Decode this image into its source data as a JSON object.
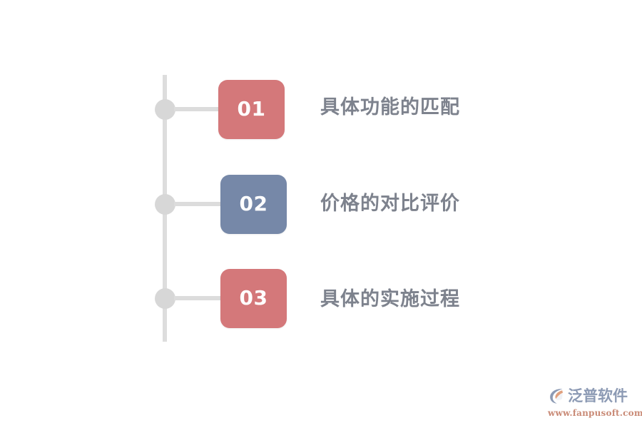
{
  "slide": {
    "background_color": "#ffffff",
    "label_color": "#7d828d",
    "axis_color": "#dddddd",
    "dot_color": "#d7d7d7",
    "connector_color": "#dcdcdc"
  },
  "timeline": {
    "name": "three-step-timeline",
    "items": [
      {
        "number": "01",
        "label": "具体功能的匹配",
        "card_color": "#d4787a",
        "number_color": "#ffffff"
      },
      {
        "number": "02",
        "label": "价格的对比评价",
        "card_color": "#7688a8",
        "number_color": "#ffffff"
      },
      {
        "number": "03",
        "label": "具体的实施过程",
        "card_color": "#d4787a",
        "number_color": "#ffffff"
      }
    ]
  },
  "watermark": {
    "brand": "泛普软件",
    "url": "www.fanpusoft.com",
    "brand_color": "#8c9ab4",
    "url_color": "#c98a76",
    "logo_icon": "fanpu-logo-icon"
  }
}
